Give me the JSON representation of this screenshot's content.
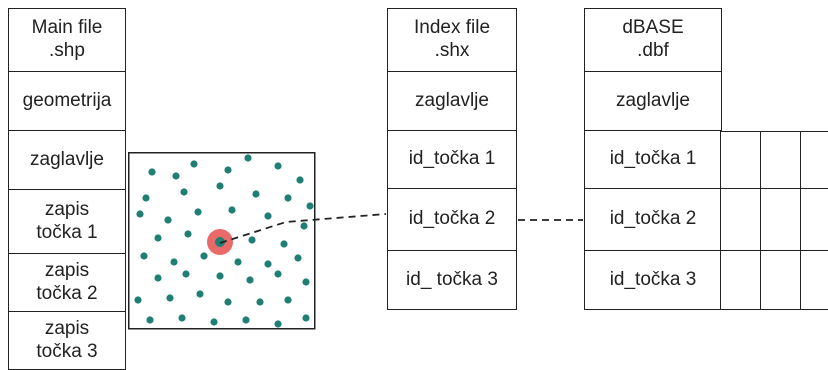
{
  "main_file": {
    "title": "Main file\n.shp",
    "rows": [
      "geometrija",
      "zaglavlje",
      "zapis\ntočka 1",
      "zapis\ntočka 2",
      "zapis\ntočka 3"
    ]
  },
  "index_file": {
    "title": "Index file\n.shx",
    "rows": [
      "zaglavlje",
      "id_točka 1",
      "id_točka 2",
      "id_ točka 3"
    ]
  },
  "dbase_file": {
    "title": "dBASE\n.dbf",
    "rows": [
      "zaglavlje",
      "id_točka 1",
      "id_točka 2",
      "id_točka 3"
    ]
  },
  "colors": {
    "point": "#1f7f72",
    "highlight": "#e85a5a",
    "border": "#222222"
  }
}
